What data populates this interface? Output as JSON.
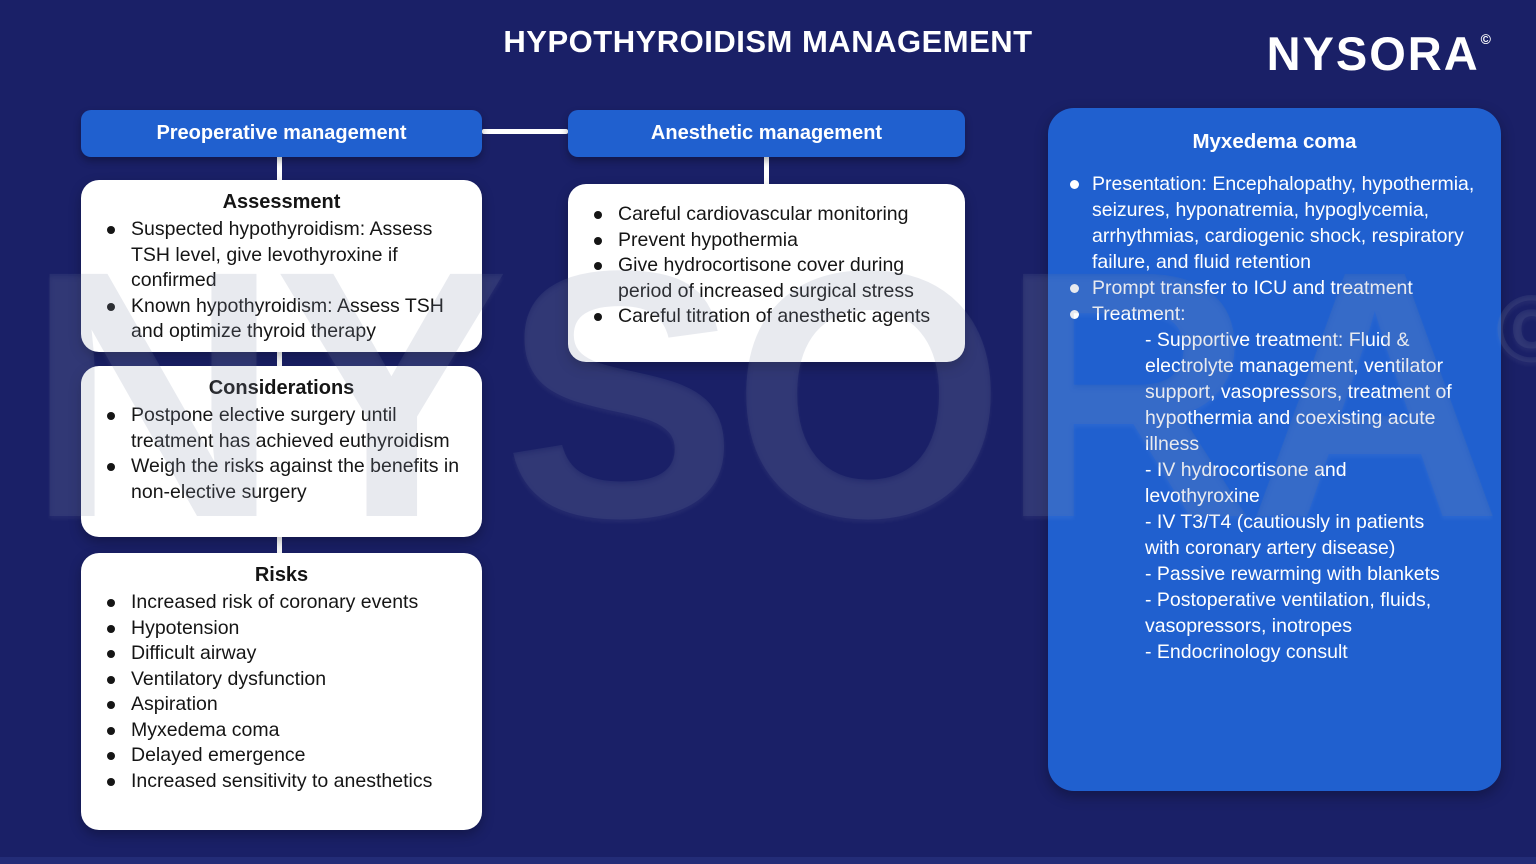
{
  "page": {
    "title": "HYPOTHYROIDISM MANAGEMENT"
  },
  "brand": {
    "logo_text": "NYSORA",
    "copyright_mark": "©"
  },
  "watermark": {
    "text": "NYSORA",
    "copyright_mark": "©"
  },
  "colors": {
    "background": "#1a2067",
    "accent_blue": "#2060cf",
    "box_white": "#ffffff",
    "text_dark": "#151515",
    "text_white": "#ffffff"
  },
  "preop": {
    "header": "Preoperative management",
    "boxes": [
      {
        "title": "Assessment",
        "bullets": [
          "Suspected hypothyroidism: Assess TSH level, give levothyroxine if confirmed",
          "Known hypothyroidism: Assess TSH and optimize thyroid therapy"
        ]
      },
      {
        "title": "Considerations",
        "bullets": [
          "Postpone elective surgery until treatment has achieved euthyroidism",
          "Weigh the risks against the benefits in non-elective surgery"
        ]
      },
      {
        "title": "Risks",
        "bullets": [
          "Increased risk of coronary events",
          "Hypotension",
          "Difficult airway",
          "Ventilatory dysfunction",
          "Aspiration",
          "Myxedema coma",
          "Delayed emergence",
          "Increased sensitivity to anesthetics"
        ]
      }
    ]
  },
  "anesthetic": {
    "header": "Anesthetic management",
    "bullets": [
      "Careful cardiovascular monitoring",
      "Prevent hypothermia",
      "Give hydrocortisone cover during period of increased surgical stress",
      "Careful titration of anesthetic agents"
    ]
  },
  "myxedema": {
    "title": "Myxedema coma",
    "items": [
      {
        "style": "bullet",
        "text": "Presentation: Encephalopathy, hypothermia, seizures, hyponatremia, hypoglycemia, arrhythmias, cardiogenic shock, respiratory failure, and fluid retention"
      },
      {
        "style": "bullet",
        "text": "Prompt transfer to ICU and treatment"
      },
      {
        "style": "bullet",
        "text": "Treatment:"
      },
      {
        "style": "sub",
        "text": "- Supportive treatment: Fluid & electrolyte management, ventilator support, vasopressors, treatment of hypothermia and coexisting acute illness"
      },
      {
        "style": "sub",
        "text": "- IV hydrocortisone and levothyroxine"
      },
      {
        "style": "sub",
        "text": "- IV T3/T4 (cautiously in patients with coronary artery disease)"
      },
      {
        "style": "sub",
        "text": "- Passive rewarming with blankets"
      },
      {
        "style": "sub",
        "text": "- Postoperative ventilation, fluids, vasopressors, inotropes"
      },
      {
        "style": "sub",
        "text": "- Endocrinology consult"
      }
    ]
  }
}
